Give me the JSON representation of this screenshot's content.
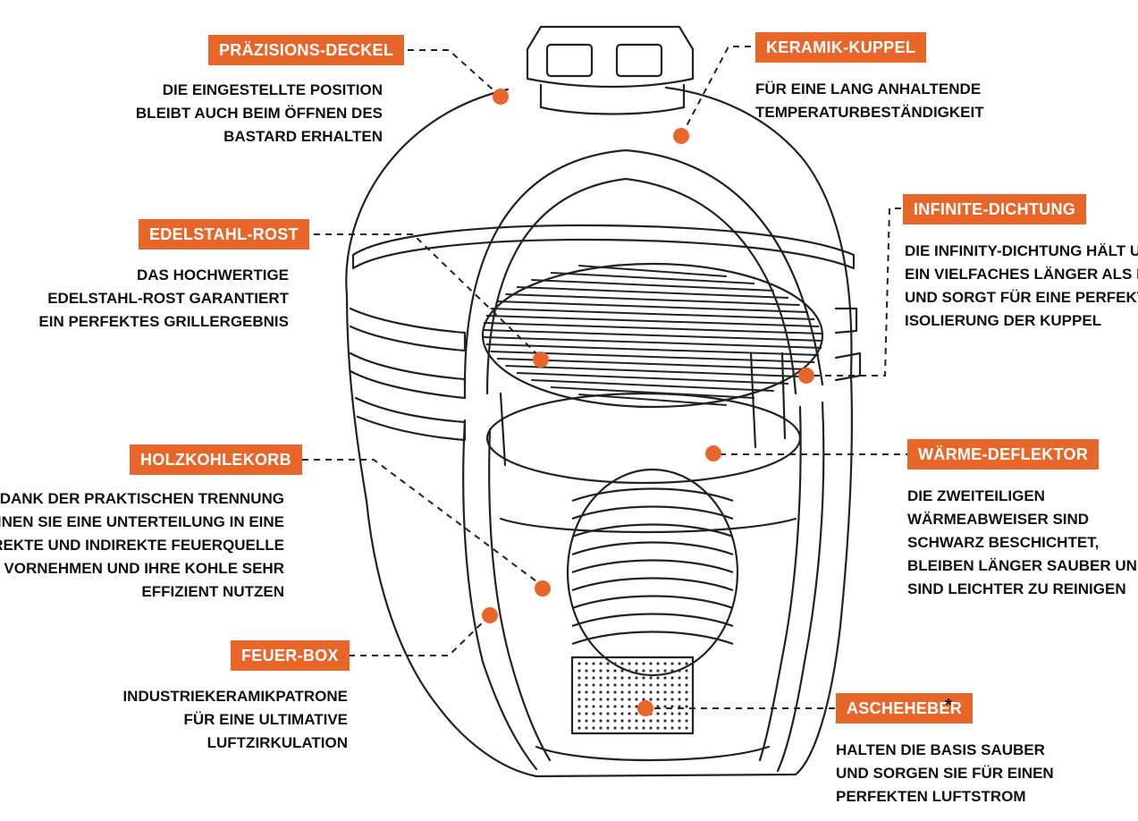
{
  "callouts": [
    {
      "id": "praezisions-deckel",
      "title": "PRÄZISIONS-DECKEL",
      "lines": [
        "DIE EINGESTELLTE POSITION",
        "BLEIBT AUCH BEIM ÖFFNEN DES",
        "BASTARD ERHALTEN"
      ]
    },
    {
      "id": "keramik-kuppel",
      "title": "KERAMIK-KUPPEL",
      "lines": [
        "FÜR EINE LANG ANHALTENDE",
        "TEMPERATURBESTÄNDIGKEIT"
      ]
    },
    {
      "id": "edelstahl-rost",
      "title": "EDELSTAHL-ROST",
      "lines": [
        "DAS HOCHWERTIGE",
        "EDELSTAHL-ROST GARANTIERT",
        "EIN PERFEKTES GRILLERGEBNIS"
      ]
    },
    {
      "id": "infinite-dichtung",
      "title": "INFINITE-DICHTUNG",
      "lines": [
        "DIE INFINITY-DICHTUNG HÄLT UM",
        "EIN VIELFACHES LÄNGER ALS FILZ",
        "UND SORGT FÜR EINE PERFEKTE",
        "ISOLIERUNG DER KUPPEL"
      ]
    },
    {
      "id": "holzkohlekorb",
      "title": "HOLZKOHLEKORB",
      "lines": [
        "DANK DER PRAKTISCHEN TRENNUNG",
        "KÖNNEN SIE EINE UNTERTEILUNG IN EINE",
        "DIREKTE UND INDIREKTE FEUERQUELLE",
        "VORNEHMEN UND IHRE KOHLE SEHR",
        "EFFIZIENT NUTZEN"
      ]
    },
    {
      "id": "waerme-deflektor",
      "title": "WÄRME-DEFLEKTOR",
      "lines": [
        "DIE ZWEITEILIGEN",
        "WÄRMEABWEISER SIND",
        "SCHWARZ BESCHICHTET,",
        "BLEIBEN LÄNGER SAUBER UND",
        "SIND LEICHTER ZU REINIGEN"
      ]
    },
    {
      "id": "feuer-box",
      "title": "FEUER-BOX",
      "lines": [
        "INDUSTRIEKERAMIKPATRONE",
        "FÜR EINE ULTIMATIVE",
        "LUFTZIRKULATION"
      ]
    },
    {
      "id": "ascheheber",
      "title": "ASCHEHEBER",
      "lines": [
        "HALTEN DIE BASIS SAUBER",
        "UND SORGEN SIE FÜR EINEN",
        "PERFEKTEN LUFTSTROM"
      ]
    }
  ],
  "asterisk": "*",
  "colors": {
    "accent": "#e8662a",
    "line": "#222222",
    "text": "#111111"
  }
}
